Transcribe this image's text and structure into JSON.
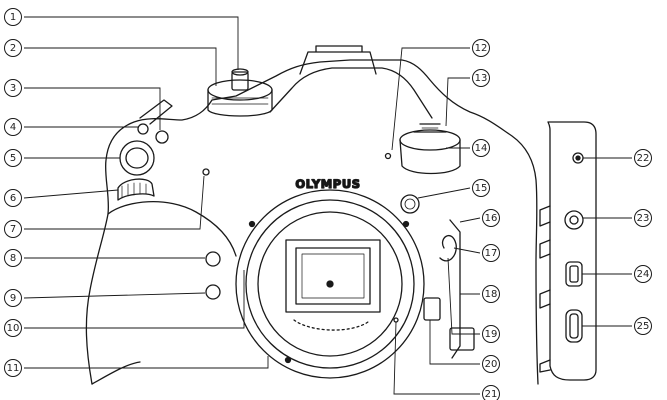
{
  "camera": {
    "brand": "OLYMPUS"
  },
  "callouts": [
    {
      "number": "1"
    },
    {
      "number": "2"
    },
    {
      "number": "3"
    },
    {
      "number": "4"
    },
    {
      "number": "5"
    },
    {
      "number": "6"
    },
    {
      "number": "7"
    },
    {
      "number": "8"
    },
    {
      "number": "9"
    },
    {
      "number": "10"
    },
    {
      "number": "11"
    },
    {
      "number": "12"
    },
    {
      "number": "13"
    },
    {
      "number": "14"
    },
    {
      "number": "15"
    },
    {
      "number": "16"
    },
    {
      "number": "17"
    },
    {
      "number": "18"
    },
    {
      "number": "19"
    },
    {
      "number": "20"
    },
    {
      "number": "21"
    },
    {
      "number": "22"
    },
    {
      "number": "23"
    },
    {
      "number": "24"
    },
    {
      "number": "25"
    }
  ]
}
